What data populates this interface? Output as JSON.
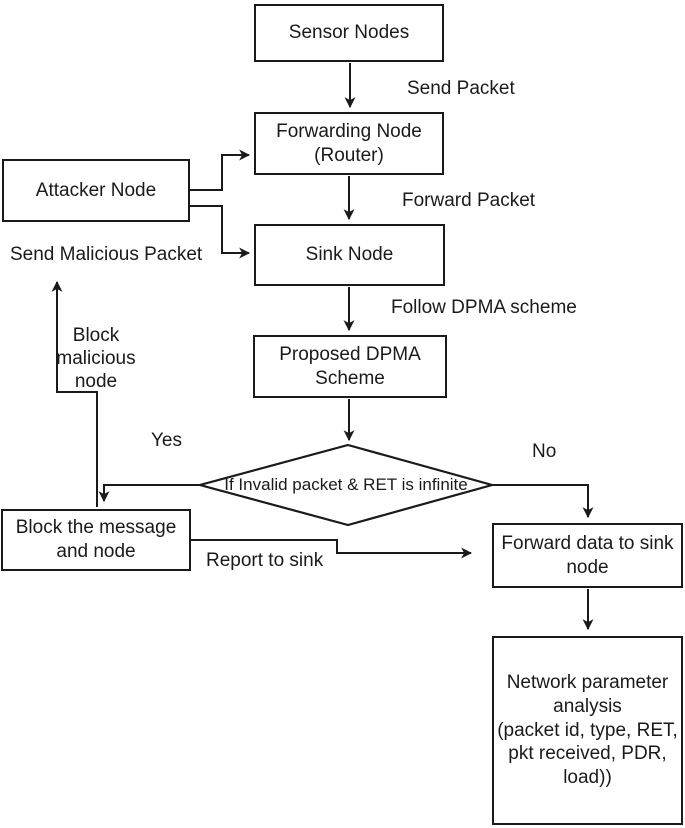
{
  "diagram": {
    "colors": {
      "line": "#1a1a1a",
      "node_fill": "#ffffff",
      "background": "#ffffff"
    },
    "nodes": {
      "sensor": {
        "label": "Sensor Nodes"
      },
      "forwarding": {
        "label": "Forwarding Node\n(Router)"
      },
      "attacker": {
        "label": "Attacker Node"
      },
      "sink": {
        "label": "Sink Node"
      },
      "dpma": {
        "label": "Proposed DPMA\nScheme"
      },
      "decision": {
        "label": "If Invalid packet & RET is infinite"
      },
      "block": {
        "label": "Block the message\nand node"
      },
      "forward_data": {
        "label": "Forward data to sink\nnode"
      },
      "analysis": {
        "label": "Network parameter\nanalysis\n(packet id, type, RET,\npkt received, PDR,\nload))"
      }
    },
    "edge_labels": {
      "send_packet": "Send Packet",
      "forward_packet": "Forward Packet",
      "follow_dpma": "Follow DPMA scheme",
      "send_malicious_packet": "Send Malicious Packet",
      "block_malicious_node": "Block\nmalicious\nnode",
      "yes": "Yes",
      "no": "No",
      "report_to_sink": "Report to sink"
    }
  }
}
